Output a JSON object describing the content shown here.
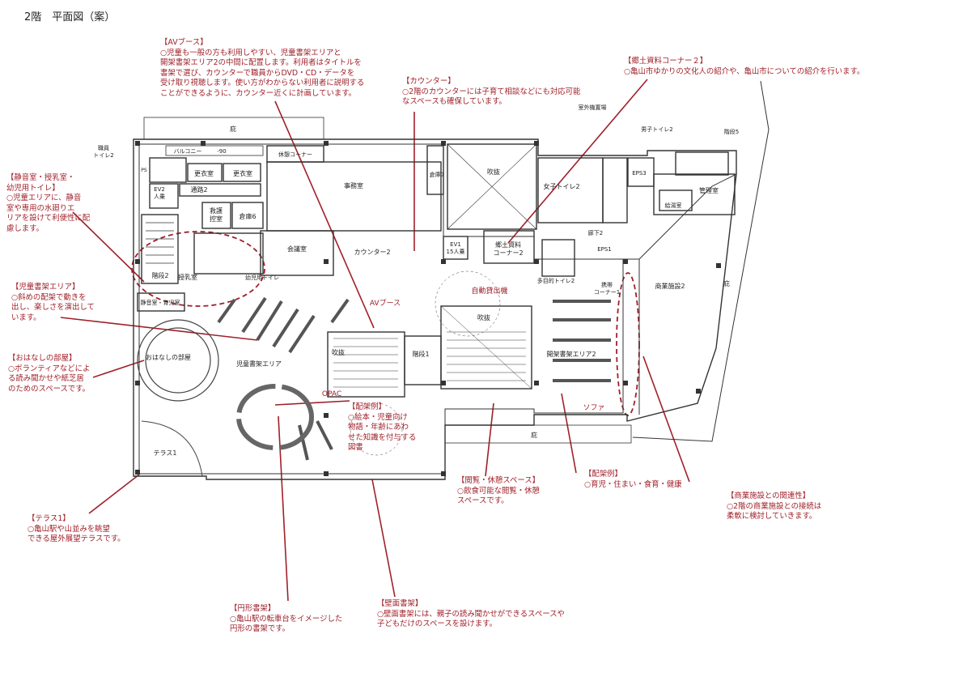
{
  "title": "2階　平面図（案）",
  "colors": {
    "annotation": "#a0202a",
    "plan_line": "#333333",
    "thin_line": "#777777"
  },
  "annotations": [
    {
      "id": "av-booth",
      "head": "【AVブース】",
      "body": "○児童も一般の方も利用しやすい、児童書架エリアと\n開架書架エリア2の中間に配置します。利用者はタイトルを\n書架で選び、カウンターで職員からDVD・CD・データを\n受け取り視聴します。使い方がわからない利用者に説明する\nことができるように、カウンター近くに計画しています。"
    },
    {
      "id": "counter",
      "head": "【カウンター】",
      "body": "○2階のカウンターには子育て相談などにも対応可能\nなスペースも確保しています。"
    },
    {
      "id": "local-corner",
      "head": "【郷土資料コーナー２】",
      "body": "○亀山市ゆかりの文化人の紹介や、亀山市についての紹介を行います。"
    },
    {
      "id": "quiet-room",
      "head": "【静音室・授乳室・\n幼児用トイレ】",
      "body": "○児童エリアに、静音\n室や専用の水廻りエ\nリアを設けて利便性に配\n慮します。"
    },
    {
      "id": "kids-shelf",
      "head": "【児童書架エリア】",
      "body": "○斜めの配架で動きを\n出し、楽しさを演出して\nいます。"
    },
    {
      "id": "story-room",
      "head": "【おはなしの部屋】",
      "body": "○ボランティアなどによ\nる読み聞かせや紙芝居\nのためのスペースです。"
    },
    {
      "id": "shelf-example-1",
      "head": "【配架例】",
      "body": "○絵本・児童向け\n物語・年齢にあわ\nせた知識を付与する\n図書"
    },
    {
      "id": "reading-space",
      "head": "【閲覧・休憩スペース】",
      "body": "○飲食可能な閲覧・休憩\nスペースです。"
    },
    {
      "id": "shelf-example-2",
      "head": "【配架例】",
      "body": "○育児・住まい・食育・健康"
    },
    {
      "id": "commercial",
      "head": "【商業施設との関連性】",
      "body": "○2階の商業施設との接続は\n柔軟に検討していきます。"
    },
    {
      "id": "terrace",
      "head": "【テラス1】",
      "body": "○亀山駅や山並みを眺望\nできる屋外展望テラスです。"
    },
    {
      "id": "round-shelf",
      "head": "【円形書架】",
      "body": "○亀山駅の転車台をイメージした\n円形の書架です。"
    },
    {
      "id": "wall-shelf",
      "head": "【壁面書架】",
      "body": "○壁面書架には、親子の読み聞かせができるスペースや\n子どもだけのスペースを設けます。"
    }
  ],
  "rooms": {
    "eaves_top": "庇",
    "balcony": "バルコニー",
    "staff_toilet": "職員\nトイレ2",
    "ps": "PS",
    "locker1": "更衣室",
    "locker2": "更衣室",
    "ev2": "EV2\n人乗",
    "passage2": "通路2",
    "first_aid": "救護\n控室",
    "storage6": "倉庫6",
    "stair2": "階段2",
    "break_corner": "休憩コーナー",
    "office": "事務室",
    "meeting": "会議室",
    "storage7": "倉庫7",
    "void_top": "吹抜",
    "womens_wc": "女子トイレ2",
    "outdoor_unit": "室外機置場",
    "mens_wc": "男子トイレ2",
    "stair5": "階段5",
    "eps3": "EPS3",
    "manage": "管理室",
    "water": "給湯室",
    "ev1": "EV1\n15人乗",
    "local_corner2": "郷土資料\nコーナー2",
    "counter2": "カウンター2",
    "hall": "廊下2",
    "eps1": "EPS1",
    "multi_wc": "多目的トイレ2",
    "mobile": "携帯\nコーナー1",
    "nursing": "授乳室",
    "kids_wc": "幼児用トイレ",
    "quiet": "静音室・育児室",
    "vending": "自動貸出機",
    "av": "AVブース",
    "void_mid": "吹抜",
    "void_right": "吹抜",
    "stair1": "階段1",
    "open_shelf2": "開架書架エリア2",
    "kids_shelf": "児童書架エリア",
    "story": "おはなしの部屋",
    "opac": "OPAC",
    "sofa": "ソファ",
    "eaves_bottom": "庇",
    "terrace1": "テラス1",
    "commercial2": "商業施設2",
    "eaves_right": "庇",
    "misc_90": "-90"
  }
}
